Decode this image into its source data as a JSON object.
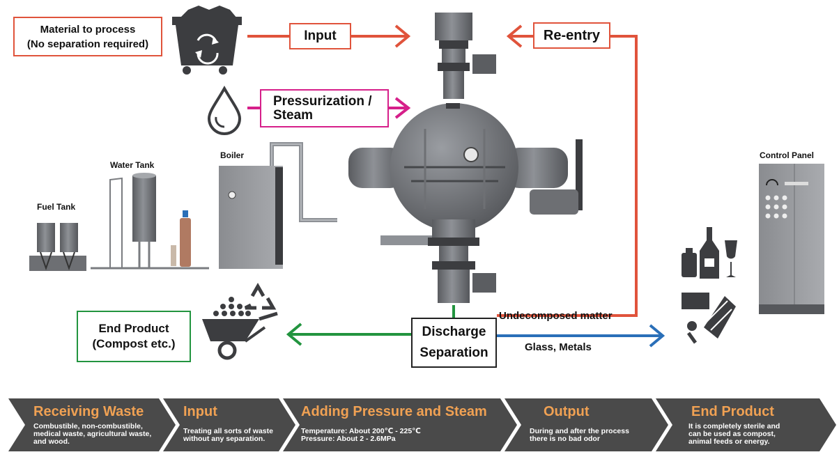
{
  "labels": {
    "material": [
      "Material to process",
      "(No separation required)"
    ],
    "input": "Input",
    "reentry": "Re-entry",
    "pressurization": [
      "Pressurization /",
      "Steam"
    ],
    "fuel_tank": "Fuel Tank",
    "water_tank": "Water Tank",
    "boiler": "Boiler",
    "control_panel": "Control Panel",
    "end_product": [
      "End Product",
      "(Compost etc.)"
    ],
    "discharge": [
      "Discharge",
      "Separation"
    ],
    "undecomposed": "Undecomposed matter",
    "glass_metals": "Glass, Metals"
  },
  "steps": [
    {
      "title": "Receiving Waste",
      "desc": [
        "Combustible, non-combustible,",
        "medical waste, agricultural waste,",
        "and wood."
      ]
    },
    {
      "title": "Input",
      "desc": [
        "Treating all sorts of waste",
        "without any separation."
      ]
    },
    {
      "title": "Adding Pressure and Steam",
      "desc": [
        "Temperature: About 200℃ - 225℃",
        "Pressure: About 2 - 2.6MPa"
      ]
    },
    {
      "title": "Output",
      "desc": [
        "During and after the process",
        "there is no bad odor"
      ]
    },
    {
      "title": "End Product",
      "desc": [
        "It is completely sterile and",
        "can be used as compost,",
        "animal feeds or energy."
      ]
    }
  ],
  "colors": {
    "input_arrow": "#e0533b",
    "steam_arrow": "#d61f8a",
    "output_arrow": "#22943f",
    "recycle_arrow": "#2a6fb8",
    "step_bar": "#4a4a4a",
    "step_title": "#f0a153"
  },
  "icons": [
    "waste-bin-icon",
    "water-drop-icon",
    "compost-wheelbarrow-icon",
    "recycle-icon",
    "bottles-icon",
    "cans-icon"
  ]
}
